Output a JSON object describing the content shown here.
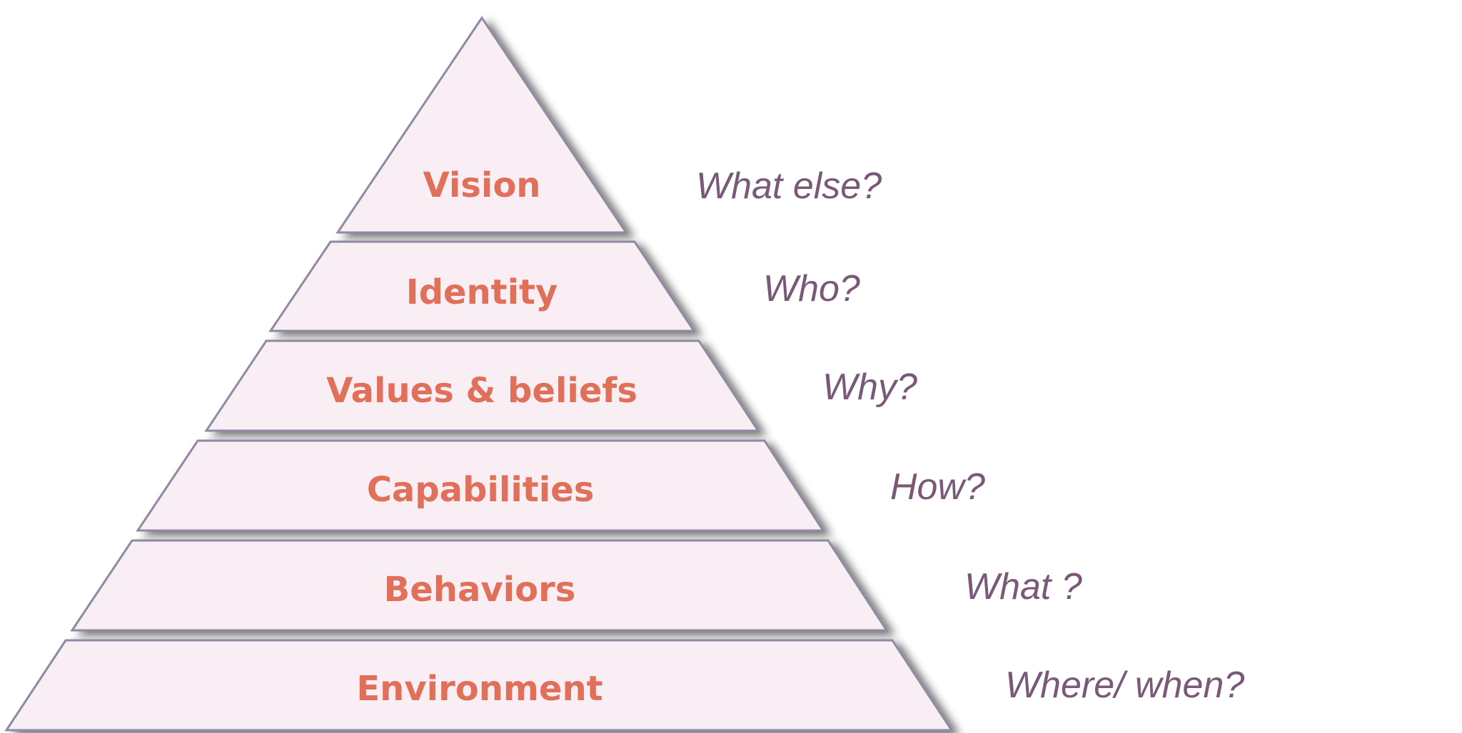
{
  "colors": {
    "label": "#e0705a",
    "question": "#7a5878",
    "fill": "#f8eef4",
    "outline": "#8e8aa3",
    "background": "#ffffff"
  },
  "levels": [
    {
      "label": "Vision",
      "question": "What else?"
    },
    {
      "label": "Identity",
      "question": "Who?"
    },
    {
      "label": "Values & beliefs",
      "question": "Why?"
    },
    {
      "label": "Capabilities",
      "question": "How?"
    },
    {
      "label": "Behaviors",
      "question": "What ?"
    },
    {
      "label": "Environment",
      "question": "Where/ when?"
    }
  ]
}
